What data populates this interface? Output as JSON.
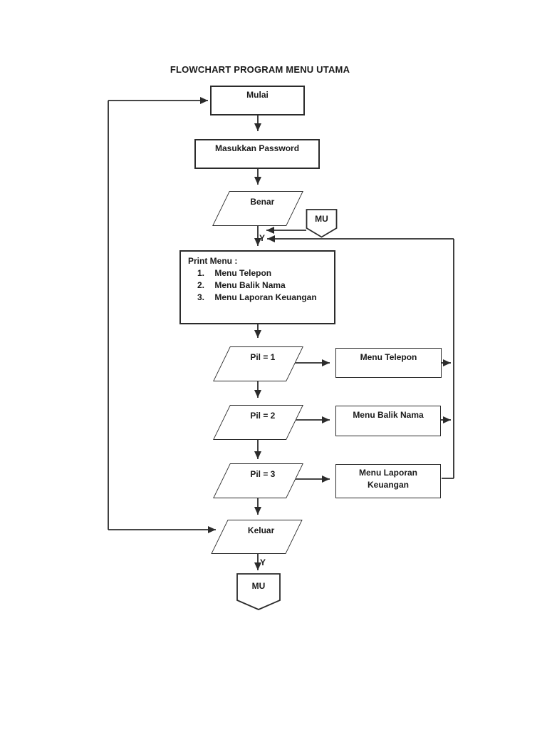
{
  "title": "FLOWCHART PROGRAM MENU UTAMA",
  "colors": {
    "line": "#2b2b2b",
    "text": "#1a1a1a",
    "background": "#ffffff"
  },
  "nodes": {
    "mulai": {
      "label": "Mulai"
    },
    "masukkan_password": {
      "label": "Masukkan Password"
    },
    "benar": {
      "label": "Benar"
    },
    "mu_top": {
      "label": "MU"
    },
    "print_menu": {
      "heading": "Print Menu :",
      "items": [
        {
          "num": "1.",
          "label": "Menu Telepon"
        },
        {
          "num": "2.",
          "label": "Menu Balik Nama"
        },
        {
          "num": "3.",
          "label": "Menu Laporan Keuangan"
        }
      ]
    },
    "pil_1": {
      "label": "Pil = 1"
    },
    "menu_telepon": {
      "label": "Menu Telepon"
    },
    "pil_2": {
      "label": "Pil = 2"
    },
    "menu_balik_nama": {
      "label": "Menu Balik Nama"
    },
    "pil_3": {
      "label": "Pil = 3"
    },
    "menu_laporan_keuangan": {
      "line1": "Menu Laporan",
      "line2": "Keuangan"
    },
    "keluar": {
      "label": "Keluar"
    },
    "mu_bottom": {
      "label": "MU"
    }
  },
  "edge_labels": {
    "y_after_benar": "Y",
    "y_after_keluar": "Y"
  }
}
